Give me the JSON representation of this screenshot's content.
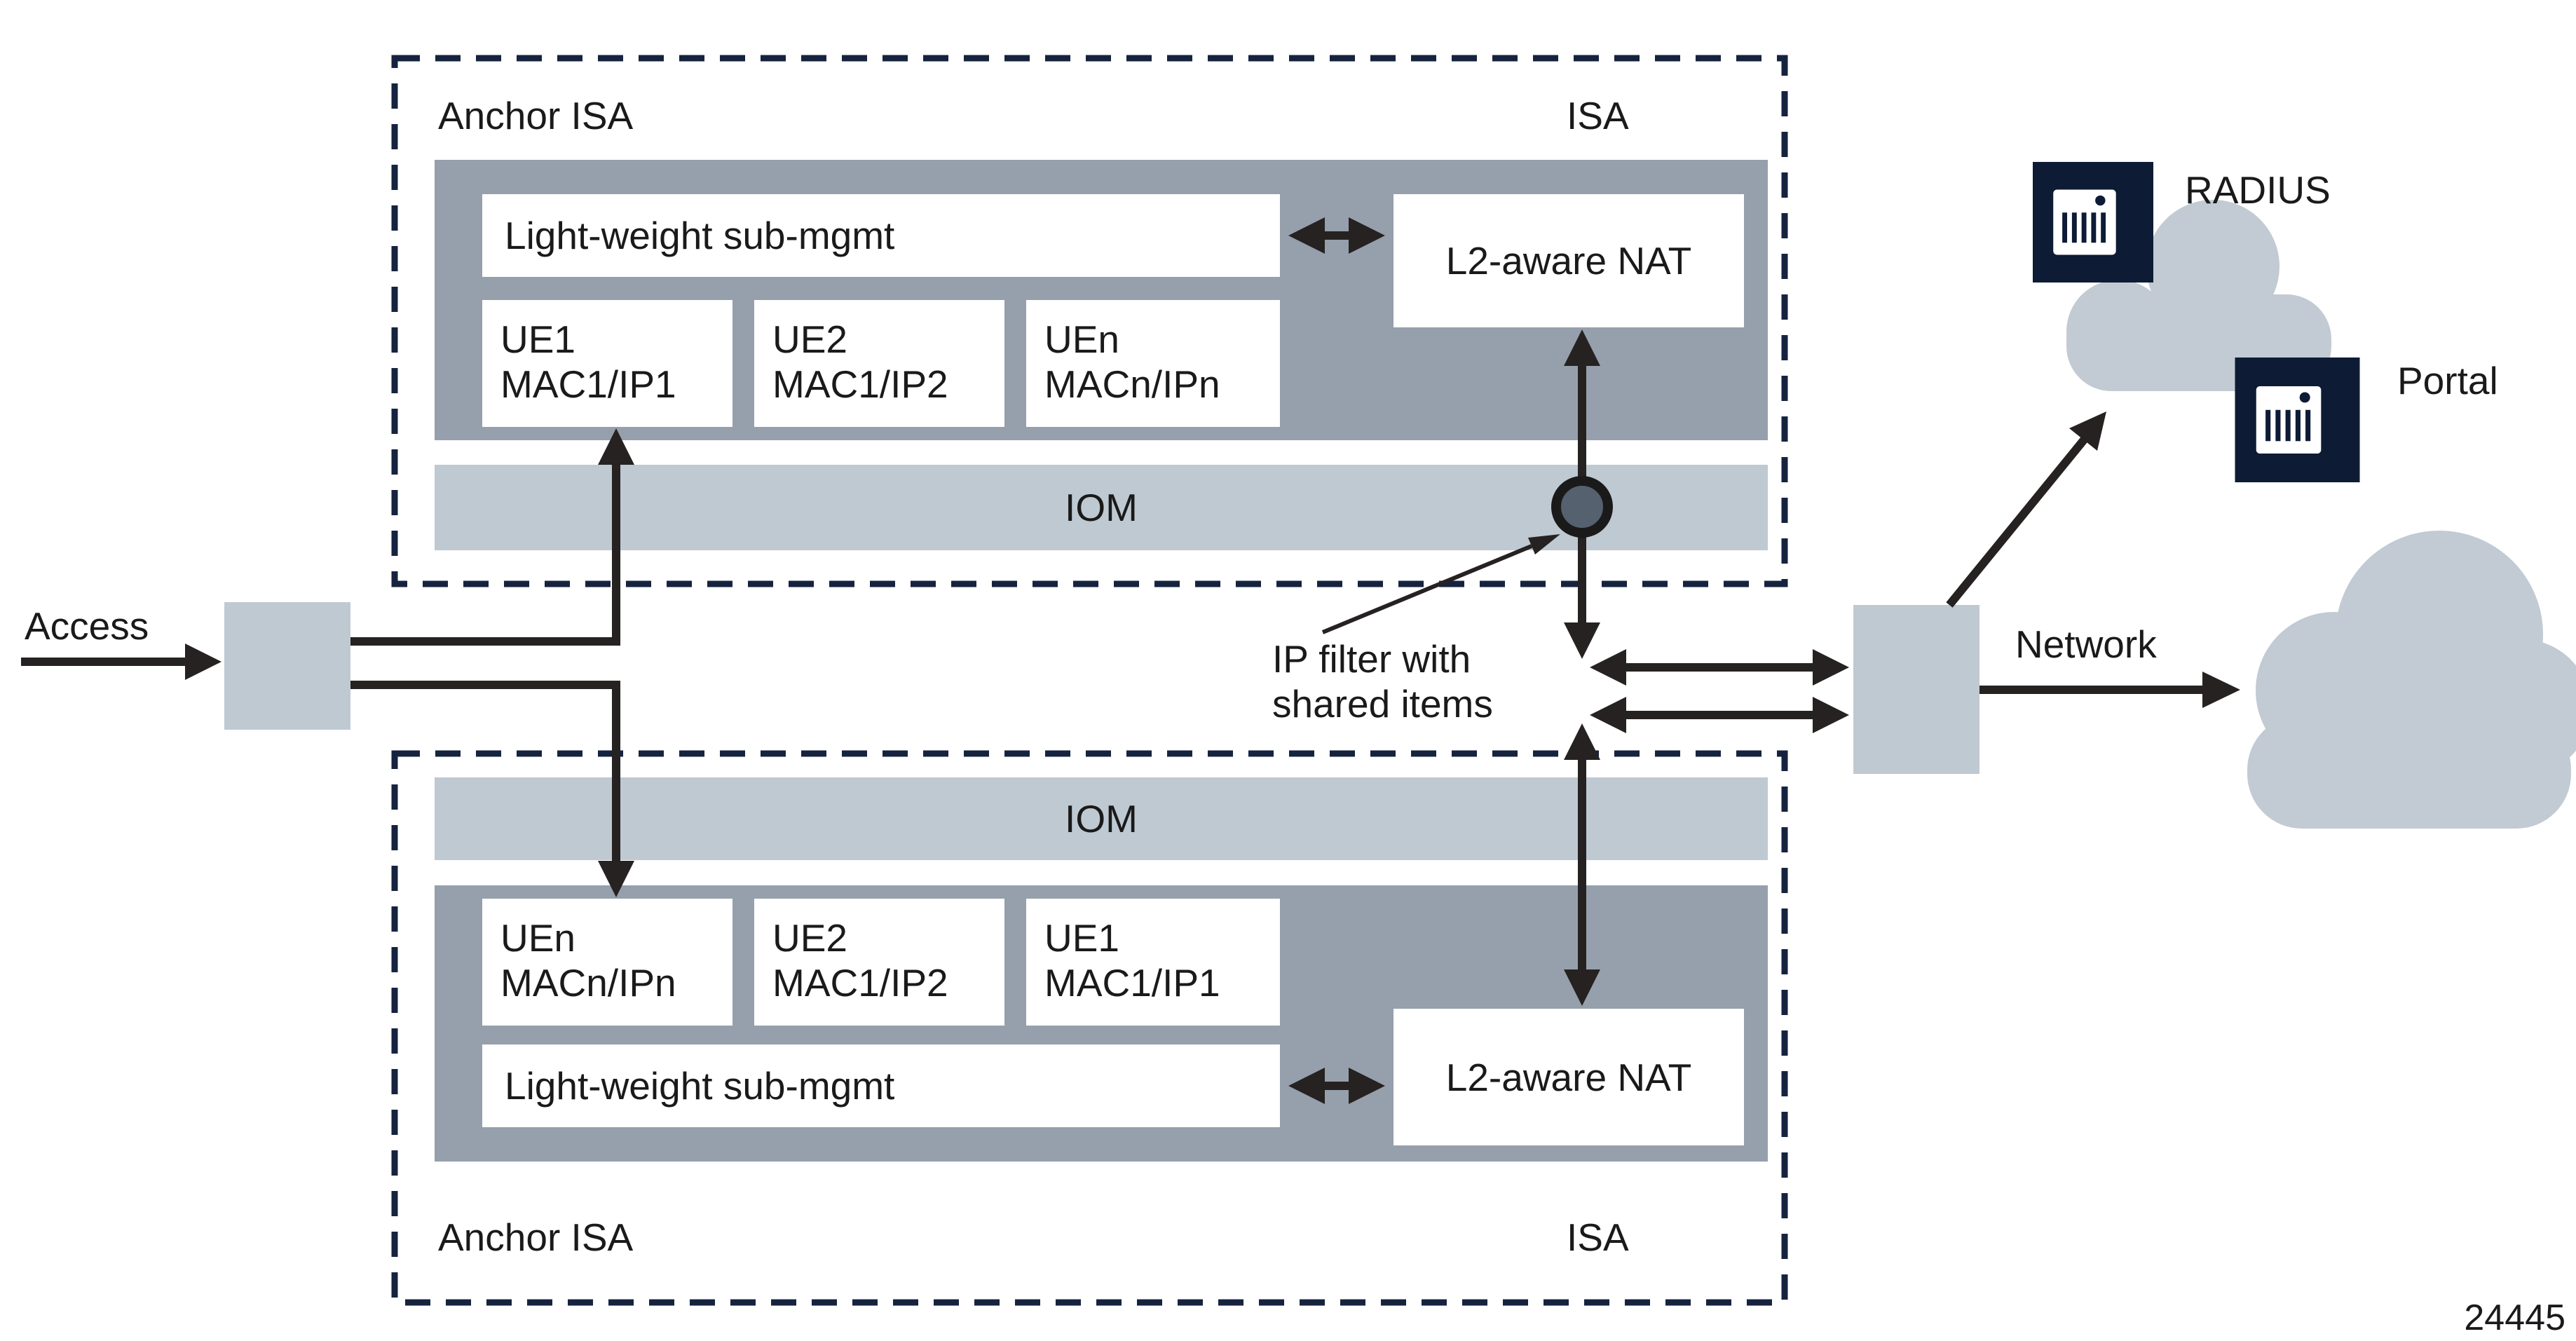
{
  "figure_number": "24445",
  "colors": {
    "panel_gray": "#96A0AC",
    "bar_gray": "#BFC9D2",
    "cloud_gray": "#C2CAD3",
    "dash_navy": "#15233F",
    "server_navy": "#0D1B35",
    "line_black": "#262221",
    "filter_dot_fill": "#55616E"
  },
  "top_isa": {
    "anchor_label": "Anchor ISA",
    "isa_label": "ISA",
    "submgmt_label": "Light-weight sub-mgmt",
    "nat_label": "L2-aware NAT",
    "iom_label": "IOM",
    "ue_boxes": [
      {
        "line1": "UE1",
        "line2": "MAC1/IP1"
      },
      {
        "line1": "UE2",
        "line2": "MAC1/IP2"
      },
      {
        "line1": "UEn",
        "line2": "MACn/IPn"
      }
    ]
  },
  "bottom_isa": {
    "anchor_label": "Anchor ISA",
    "isa_label": "ISA",
    "submgmt_label": "Light-weight sub-mgmt",
    "nat_label": "L2-aware NAT",
    "iom_label": "IOM",
    "ue_boxes": [
      {
        "line1": "UEn",
        "line2": "MACn/IPn"
      },
      {
        "line1": "UE2",
        "line2": "MAC1/IP2"
      },
      {
        "line1": "UE1",
        "line2": "MAC1/IP1"
      }
    ]
  },
  "left": {
    "access_label": "Access"
  },
  "right": {
    "network_label": "Network",
    "radius_label": "RADIUS",
    "portal_label": "Portal"
  },
  "annotations": {
    "ip_filter_line1": "IP filter with",
    "ip_filter_line2": "shared items"
  }
}
